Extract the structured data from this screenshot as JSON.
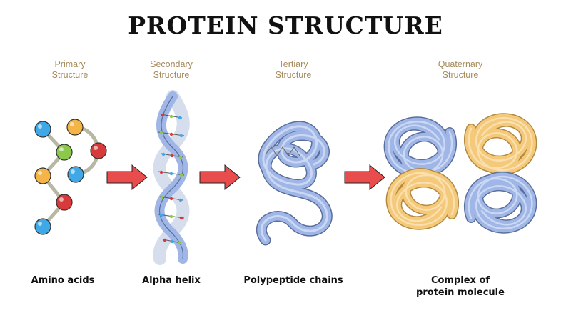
{
  "title": "PROTEIN STRUCTURE",
  "stages": [
    {
      "label_line1": "Primary",
      "label_line2": "Structure",
      "caption_line1": "Amino acids",
      "caption_line2": ""
    },
    {
      "label_line1": "Secondary",
      "label_line2": "Structure",
      "caption_line1": "Alpha helix",
      "caption_line2": ""
    },
    {
      "label_line1": "Tertiary",
      "label_line2": "Structure",
      "caption_line1": "Polypeptide chains",
      "caption_line2": ""
    },
    {
      "label_line1": "Quaternary",
      "label_line2": "Structure",
      "caption_line1": "Complex of",
      "caption_line2": "protein molecule"
    }
  ],
  "colors": {
    "label": "#a58a5c",
    "arrow": "#e84c4c",
    "chain_blue": "#9fb6e6",
    "chain_yellow": "#f5c97a",
    "amino_blue": "#3fa9e8",
    "amino_orange": "#f5b446",
    "amino_green": "#8cc84b",
    "amino_red": "#d63a3a"
  }
}
